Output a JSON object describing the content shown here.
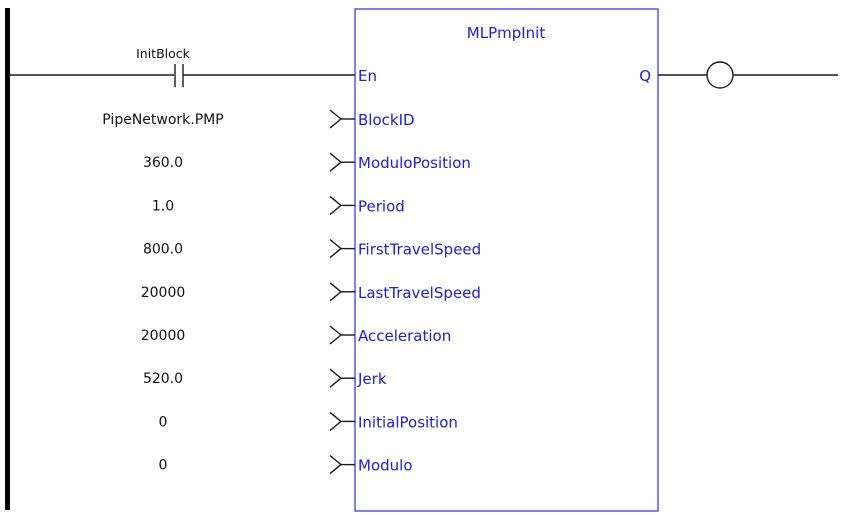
{
  "function_block": {
    "name": "MLPmpInit",
    "output_pin": "Q",
    "enable_pin": "En"
  },
  "contact": {
    "label": "InitBlock"
  },
  "inputs": [
    {
      "value": "PipeNetwork.PMP",
      "pin": "BlockID"
    },
    {
      "value": "360.0",
      "pin": "ModuloPosition"
    },
    {
      "value": "1.0",
      "pin": "Period"
    },
    {
      "value": "800.0",
      "pin": "FirstTravelSpeed"
    },
    {
      "value": "20000",
      "pin": "LastTravelSpeed"
    },
    {
      "value": "20000",
      "pin": "Acceleration"
    },
    {
      "value": "520.0",
      "pin": "Jerk"
    },
    {
      "value": "0",
      "pin": "InitialPosition"
    },
    {
      "value": "0",
      "pin": "Modulo"
    }
  ],
  "colors": {
    "block_border": "#3b3bdf",
    "pin_text": "#1c1cd6",
    "wire": "#1a1a1a",
    "value_text": "#111111"
  }
}
